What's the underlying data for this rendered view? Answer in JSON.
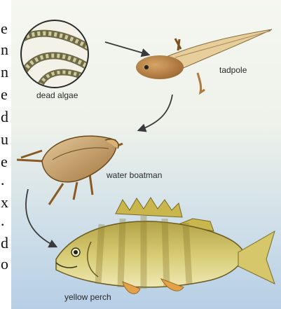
{
  "edge_text": [
    "e",
    "n",
    "n",
    "e",
    "d",
    "u",
    "e",
    ".",
    "x",
    ".",
    "d",
    "o"
  ],
  "labels": {
    "dead_algae": "dead algae",
    "tadpole": "tadpole",
    "water_boatman": "water boatman",
    "yellow_perch": "yellow perch"
  },
  "colors": {
    "water_top": "#f3f6ee",
    "water_bottom": "#b8d0e6",
    "arrow": "#3a3a3a"
  }
}
